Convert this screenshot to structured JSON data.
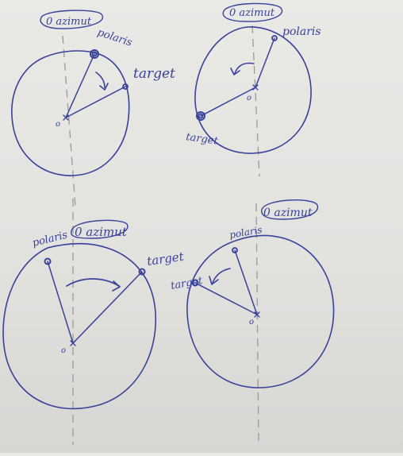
{
  "colors": {
    "ink": "#39429a",
    "pencil": "#9a9a9a",
    "paper": "#e6e6e3"
  },
  "sketches": [
    {
      "id": "top-left",
      "azimuth_label": "0 azimut",
      "polaris_label": "polaris",
      "target_label": "target",
      "center_mark": "o"
    },
    {
      "id": "top-right",
      "azimuth_label": "0 azimut",
      "polaris_label": "polaris",
      "target_label": "target",
      "center_mark": "o"
    },
    {
      "id": "bottom-left",
      "azimuth_label": "0 azimut",
      "polaris_label": "polaris",
      "target_label": "target",
      "center_mark": "o"
    },
    {
      "id": "bottom-right",
      "azimuth_label": "0 azimut",
      "polaris_label": "polaris",
      "target_label": "target",
      "center_mark": "o"
    }
  ]
}
